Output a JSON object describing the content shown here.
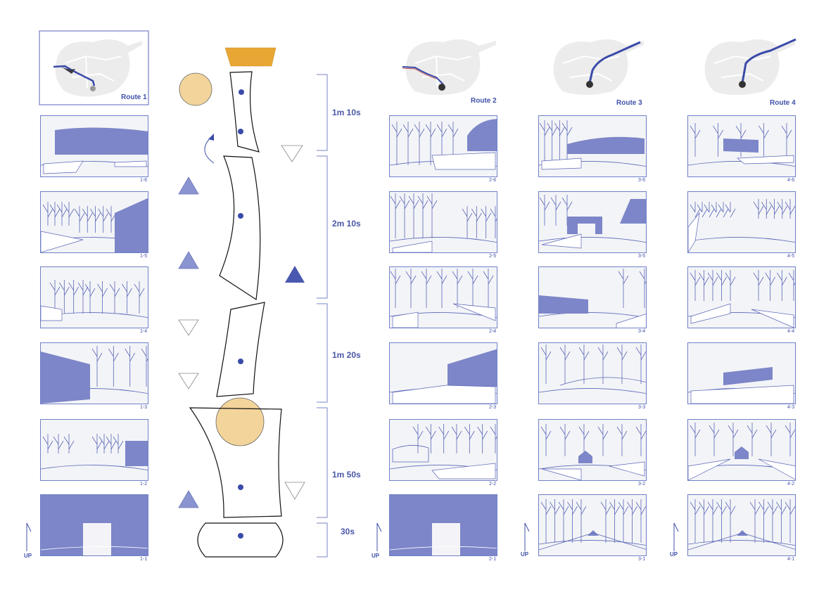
{
  "routes": [
    {
      "label": "Route 1",
      "panels": [
        "1-6",
        "1-5",
        "1-4",
        "1-3",
        "1-2",
        "1-1"
      ]
    },
    {
      "label": "Route 2",
      "panels": [
        "2-6",
        "2-5",
        "2-4",
        "2-3",
        "2-2",
        "2-1"
      ]
    },
    {
      "label": "Route 3",
      "panels": [
        "3-6",
        "3-5",
        "3-4",
        "3-3",
        "3-2",
        "3-1"
      ]
    },
    {
      "label": "Route 4",
      "panels": [
        "4-6",
        "4-5",
        "4-4",
        "4-3",
        "4-2",
        "4-1"
      ]
    }
  ],
  "durations": [
    "1m 10s",
    "2m 10s",
    "1m 20s",
    "1m 50s",
    "30s"
  ],
  "up_label": "UP",
  "colors": {
    "accent": "#4a58b0",
    "panel_fill": "#7c86c8",
    "line": "#5a66b8",
    "sun": "#f3d49a",
    "pentagon": "#e8a634",
    "triangle": "#8a94d0"
  }
}
